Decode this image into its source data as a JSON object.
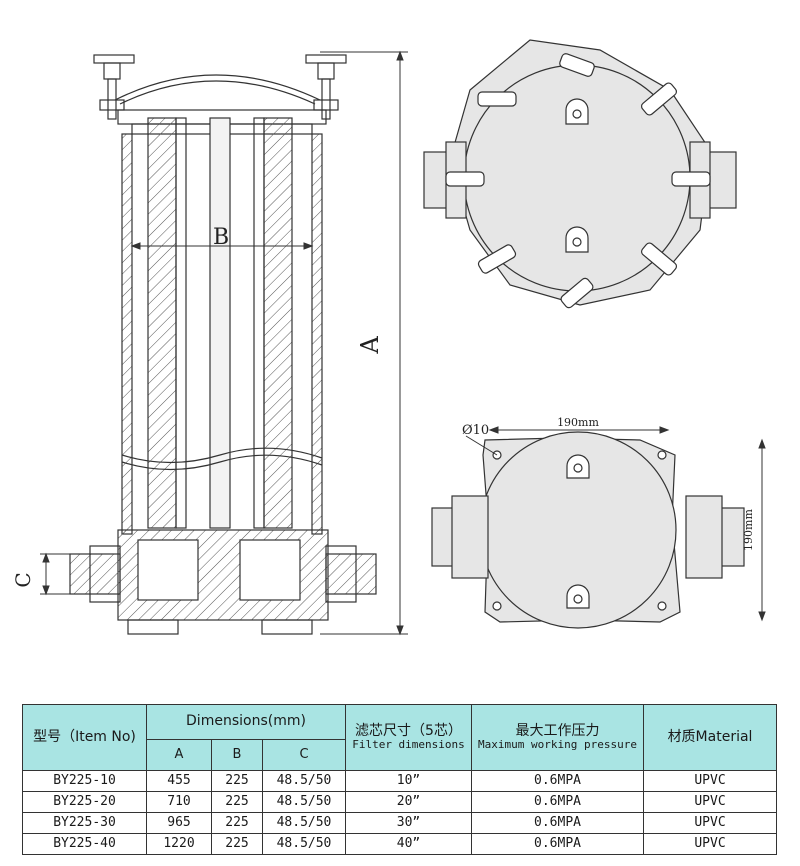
{
  "drawing_labels": {
    "dim_a": "A",
    "dim_b": "B",
    "dim_c": "C",
    "hole_dia": "Ø10",
    "width_top": "190mm",
    "width_side": "190mm"
  },
  "table": {
    "item_header": "型号（Item No)",
    "dims_header": "Dimensions(mm)",
    "sub_headers": [
      "A",
      "B",
      "C"
    ],
    "filter_cn": "滤芯尺寸（5芯）",
    "filter_en": "Filter dimensions",
    "pressure_cn": "最大工作压力",
    "pressure_en": "Maximum working pressure",
    "material_header": "材质Material",
    "rows": [
      {
        "item": "BY225-10",
        "a": "455",
        "b": "225",
        "c": "48.5/50",
        "filter": "10”",
        "pressure": "0.6MPA",
        "material": "UPVC"
      },
      {
        "item": "BY225-20",
        "a": "710",
        "b": "225",
        "c": "48.5/50",
        "filter": "20”",
        "pressure": "0.6MPA",
        "material": "UPVC"
      },
      {
        "item": "BY225-30",
        "a": "965",
        "b": "225",
        "c": "48.5/50",
        "filter": "30”",
        "pressure": "0.6MPA",
        "material": "UPVC"
      },
      {
        "item": "BY225-40",
        "a": "1220",
        "b": "225",
        "c": "48.5/50",
        "filter": "40”",
        "pressure": "0.6MPA",
        "material": "UPVC"
      }
    ]
  },
  "colors": {
    "header_bg": "#a9e4e3",
    "part_fill": "#e6e6e6",
    "line": "#333333"
  }
}
